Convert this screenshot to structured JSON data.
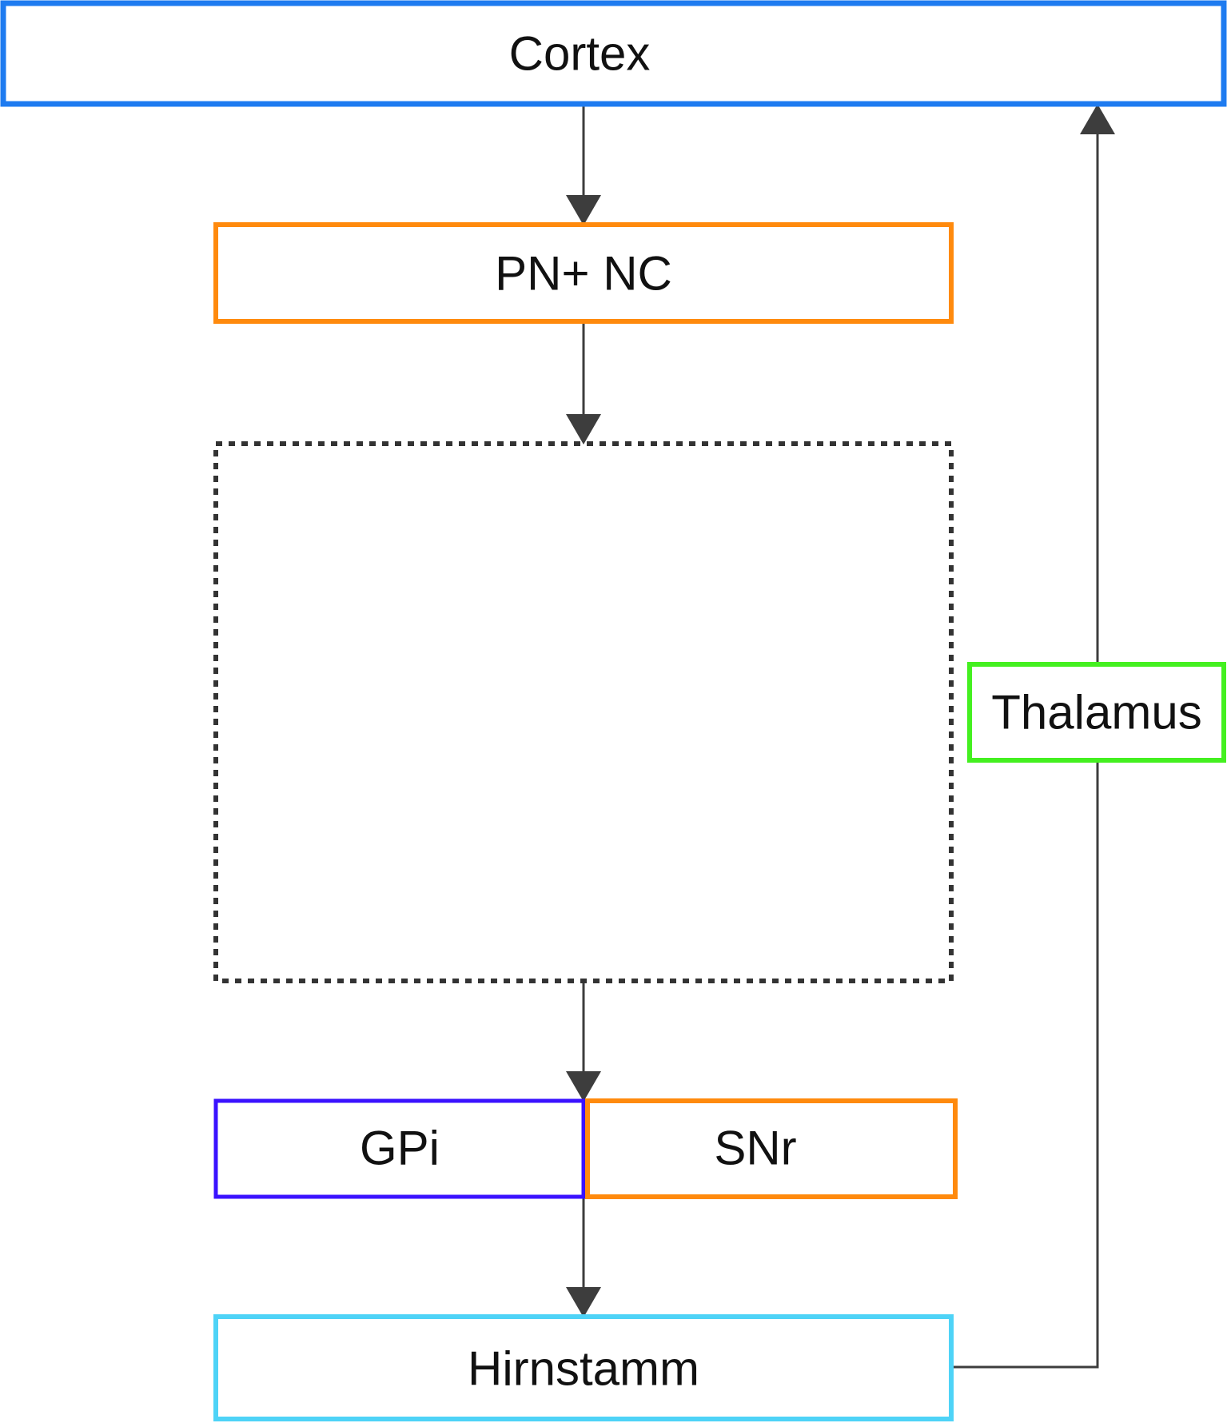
{
  "nodes": {
    "cortex": {
      "label": "Cortex",
      "color": "#1e7bf0"
    },
    "pn_nc": {
      "label": "PN+ NC",
      "color": "#ff8a0d"
    },
    "gpi": {
      "label": "GPi",
      "color": "#3a12ff"
    },
    "snr": {
      "label": "SNr",
      "color": "#ff8a0d"
    },
    "hirnstamm": {
      "label": "Hirnstamm",
      "color": "#4ed3f7"
    },
    "thalamus": {
      "label": "Thalamus",
      "color": "#44f020"
    }
  },
  "group": {
    "border_color": "#333333",
    "style": "dotted"
  },
  "edges": [
    {
      "from": "cortex",
      "to": "pn_nc"
    },
    {
      "from": "pn_nc",
      "to": "group"
    },
    {
      "from": "group",
      "to": "gpi_snr"
    },
    {
      "from": "gpi_snr",
      "to": "hirnstamm"
    },
    {
      "from": "hirnstamm",
      "to": "thalamus"
    },
    {
      "from": "thalamus",
      "to": "cortex"
    }
  ],
  "arrow_color": "#3d3d3d"
}
